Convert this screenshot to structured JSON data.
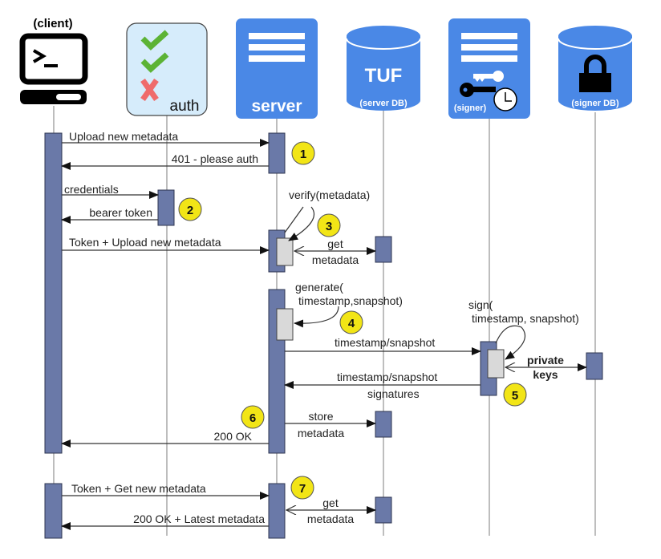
{
  "colors": {
    "blue": "#4a88e6",
    "activation": "#6a79a8",
    "badge": "#f2e516",
    "auth_bg": "#d6ecfb",
    "check": "#5cb335",
    "cross": "#ef6b6b"
  },
  "participants": {
    "client": {
      "label": "(client)",
      "icon": "terminal-icon"
    },
    "auth": {
      "label": "auth",
      "icon": "auth-checklist-icon"
    },
    "server": {
      "label": "server",
      "icon": "server-icon"
    },
    "server_db": {
      "label": "TUF",
      "sublabel": "(server DB)",
      "icon": "database-icon"
    },
    "signer": {
      "label": "(signer)",
      "icon": "signer-keys-icon"
    },
    "signer_db": {
      "label": "(signer DB)",
      "icon": "lock-database-icon"
    }
  },
  "messages": {
    "m1": "Upload new metadata",
    "m2": "401 - please auth",
    "m3": "credentials",
    "m4": "bearer token",
    "m5": "Token + Upload new metadata",
    "m6_verify": "verify(metadata)",
    "m7_get_1": "get",
    "m7_get_2": "metadata",
    "m8_generate_1": "generate(",
    "m8_generate_2": "timestamp,snapshot)",
    "m9": "timestamp/snapshot",
    "m10_sign_1": "sign(",
    "m10_sign_2": "timestamp, snapshot)",
    "m11_keys_1": "private",
    "m11_keys_2": "keys",
    "m12_1": "timestamp/snapshot",
    "m12_2": "signatures",
    "m13_store_1": "store",
    "m13_store_2": "metadata",
    "m14": "200 OK",
    "m15": "Token + Get new metadata",
    "m16": "200 OK + Latest metadata",
    "m17_get_1": "get",
    "m17_get_2": "metadata"
  },
  "steps": [
    "1",
    "2",
    "3",
    "4",
    "5",
    "6",
    "7"
  ]
}
